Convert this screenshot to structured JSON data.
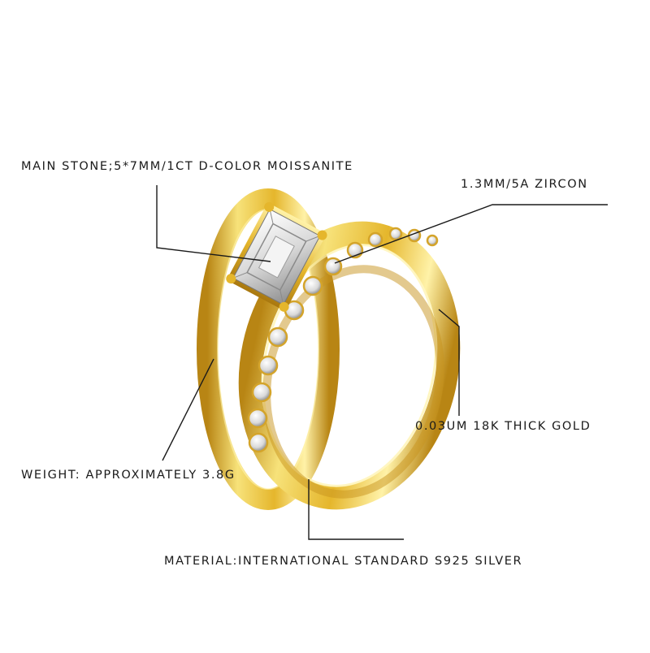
{
  "annotations": {
    "main_stone": "MAIN STONE;5*7MM/1CT D-COLOR MOISSANITE",
    "zircon": "1.3MM/5A ZIRCON",
    "gold": "0.03UM 18K THICK GOLD",
    "weight": "WEIGHT: APPROXIMATELY 3.8G",
    "material": "MATERIAL:INTERNATIONAL STANDARD S925 SILVER"
  },
  "colors": {
    "gold_light": "#f7e27a",
    "gold_mid": "#e5b62c",
    "gold_dark": "#b88514",
    "stone_light": "#ffffff",
    "stone_dark": "#9a9a9a",
    "line": "#1a1a1a"
  },
  "icons": {
    "product": "ring-set-illustration"
  }
}
